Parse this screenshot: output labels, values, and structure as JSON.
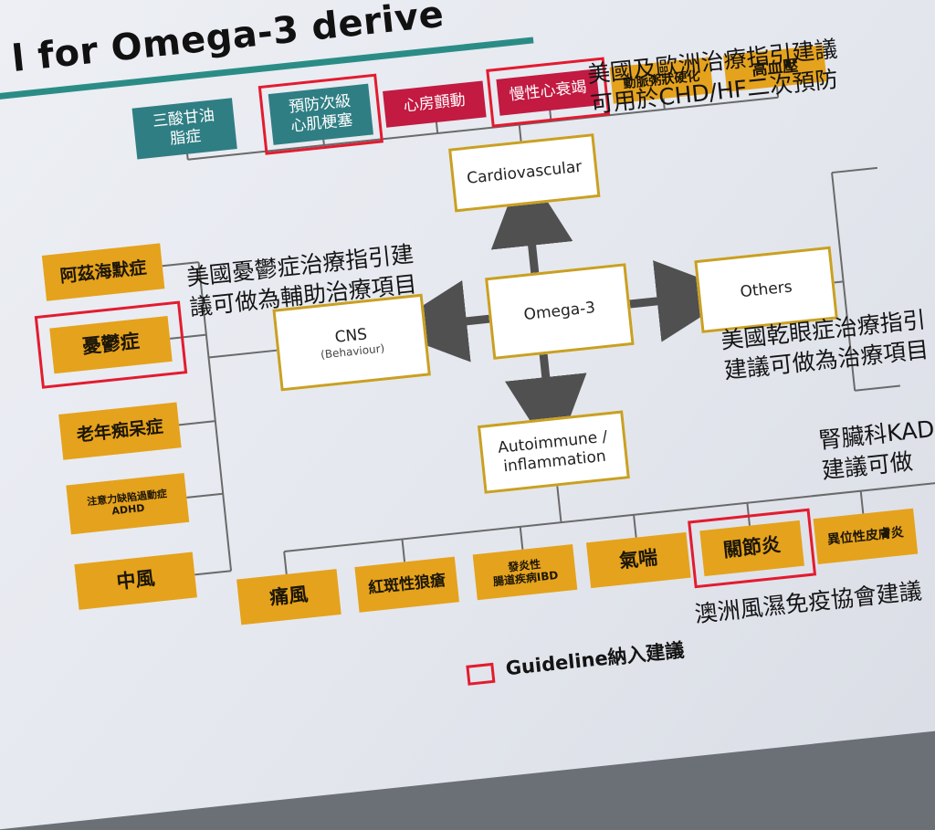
{
  "title": "l for Omega-3 derive",
  "colors": {
    "center_border": "#c9a021",
    "orange": "#e5a21c",
    "teal": "#2f7e83",
    "crimson": "#c21a41",
    "guideline_outline": "#e31b2f",
    "arrow": "#505050"
  },
  "center": {
    "label": "Omega-3"
  },
  "branches": {
    "cardiovascular": {
      "label": "Cardiovascular"
    },
    "cns": {
      "label": "CNS",
      "sub": "(Behaviour)"
    },
    "others": {
      "label": "Others"
    },
    "autoimmune": {
      "label": "Autoimmune / inflammation"
    }
  },
  "cardio_items": {
    "triglyceride": "三酸甘油\n脂症",
    "prevent_mi": "預防次級\n心肌梗塞",
    "afib": "心房顫動",
    "heart_failure": "慢性心衰竭",
    "atherosclerosis": "動脈粥狀硬化",
    "hypertension": "高血壓"
  },
  "cns_items": {
    "alzheimer": "阿茲海默症",
    "depression": "憂鬱症",
    "dementia": "老年痴呆症",
    "adhd": "注意力缺陷過動症\nADHD",
    "stroke": "中風"
  },
  "auto_items": {
    "gout": "痛風",
    "lupus": "紅斑性狼瘡",
    "ibd": "發炎性\n腸道疾病IBD",
    "asthma": "氣喘",
    "arthritis": "關節炎",
    "eczema": "異位性皮膚炎"
  },
  "notes": {
    "cardio": "美國及歐洲治療指引建議\n可用於CHD/HF二次預防",
    "cns": "美國憂鬱症治療指引建\n議可做為輔助治療項目",
    "dry_eye": "美國乾眼症治療指引\n建議可做為治療項目",
    "kidney": "腎臟科KAD\n建議可做",
    "rheum": "澳洲風濕免疫協會建議"
  },
  "legend": {
    "label": "Guideline納入建議"
  }
}
